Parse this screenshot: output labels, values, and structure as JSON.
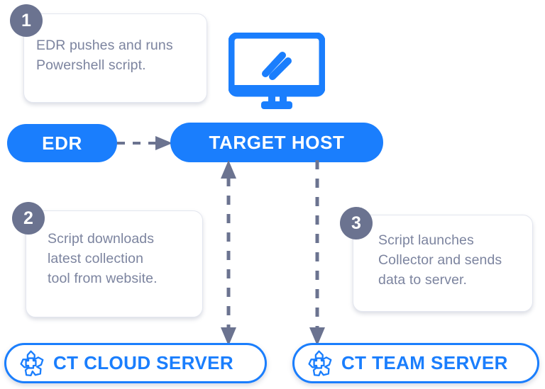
{
  "diagram": {
    "title": "EDR to Target Host collection workflow",
    "accent_color": "#1a7efd",
    "badge_color": "#6b7390",
    "text_color": "#7c849f"
  },
  "steps": [
    {
      "number": "1",
      "text": "EDR pushes and runs\nPowershell script."
    },
    {
      "number": "2",
      "text": "Script downloads\nlatest collection\ntool from website."
    },
    {
      "number": "3",
      "text": "Script launches\nCollector and sends\ndata to server."
    }
  ],
  "nodes": {
    "edr": "EDR",
    "target_host": "TARGET HOST",
    "cloud_server": "CT CLOUD SERVER",
    "team_server": "CT TEAM SERVER"
  },
  "icons": {
    "monitor": "monitor-icon",
    "cloud_server": "ct-logo-icon",
    "team_server": "ct-logo-icon"
  },
  "connectors": [
    {
      "name": "edr-to-target",
      "style": "dashed",
      "direction": "right"
    },
    {
      "name": "target-to-cloud-server",
      "style": "dashed",
      "direction": "bidirectional-vertical"
    },
    {
      "name": "target-to-team-server",
      "style": "dashed",
      "direction": "down"
    }
  ]
}
